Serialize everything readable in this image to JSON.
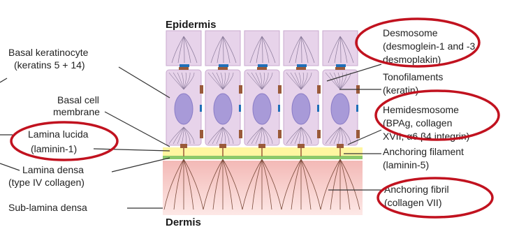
{
  "diagram": {
    "top_label": "Epidermis",
    "bottom_label": "Dermis",
    "left_labels": [
      {
        "key": "basal_keratinocyte",
        "lines": [
          "Basal keratinocyte",
          "(keratins 5 + 14)"
        ]
      },
      {
        "key": "basal_cell_membrane",
        "lines": [
          "Basal cell",
          "membrane"
        ]
      },
      {
        "key": "lamina_lucida",
        "lines": [
          "Lamina lucida",
          "(laminin-1)"
        ]
      },
      {
        "key": "lamina_densa",
        "lines": [
          "Lamina densa",
          "(type IV collagen)"
        ]
      },
      {
        "key": "sub_lamina_densa",
        "lines": [
          "Sub-lamina densa"
        ]
      }
    ],
    "right_labels": [
      {
        "key": "desmosome",
        "lines": [
          "Desmosome",
          "(desmoglein-1 and -3,",
          "desmoplakin)"
        ]
      },
      {
        "key": "tonofilaments",
        "lines": [
          "Tonofilaments",
          "(keratin)"
        ]
      },
      {
        "key": "hemidesmosome",
        "lines": [
          "Hemidesmosome",
          "(BPAg, collagen",
          "XVII, α6 β4 integrin)"
        ]
      },
      {
        "key": "anchoring_filament",
        "lines": [
          "Anchoring filament",
          "(laminin-5)"
        ]
      },
      {
        "key": "anchoring_fibril",
        "lines": [
          "Anchoring fibril",
          "(collagen VII)"
        ]
      }
    ],
    "highlighted": [
      "desmosome",
      "hemidesmosome",
      "lamina_lucida",
      "anchoring_fibril"
    ],
    "colors": {
      "cell_fill": "#e7d3ea",
      "nucleus": "#a89ad8",
      "junction_brown": "#9a5a3a",
      "junction_blue": "#1f6fb8",
      "lamina_lucida": "#fff7a8",
      "lamina_densa": "#8fc96b",
      "dermis_top": "#f6c9c7",
      "dermis_bottom": "#fbe3e1",
      "highlight_oval": "#c1121f"
    }
  }
}
